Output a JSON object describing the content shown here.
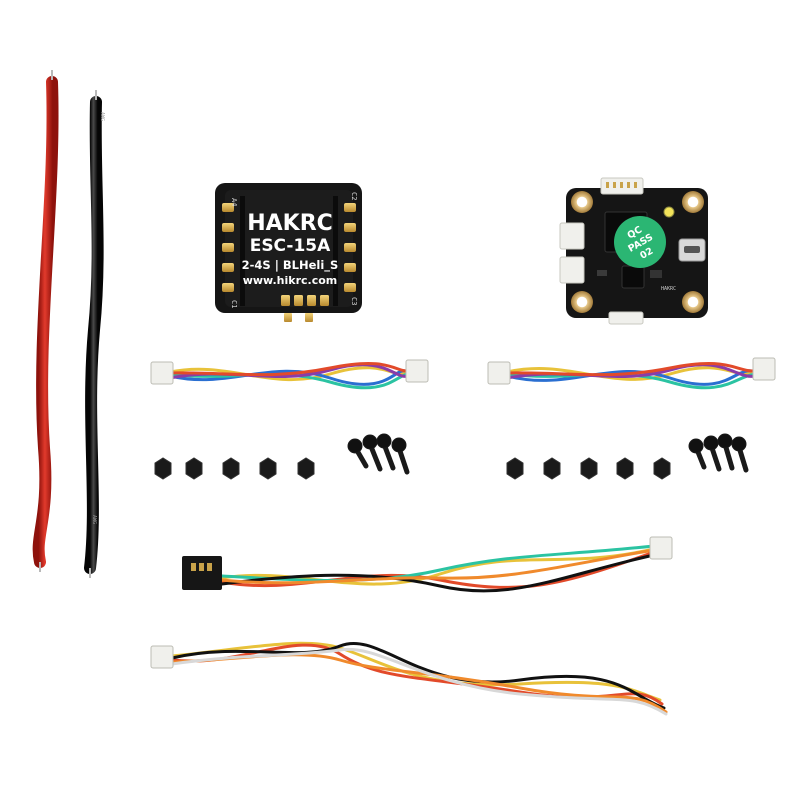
{
  "esc_board": {
    "brand_logo": "HAKRC",
    "model": "ESC-15A",
    "spec": "2-4S | BLHeli_S",
    "website": "www.hikrc.com",
    "pad_labels": [
      "A4",
      "C2",
      "C3",
      "C1"
    ]
  },
  "fc_board": {
    "sticker": [
      "QC",
      "PASS",
      "02"
    ],
    "silk": "HAKRC",
    "sticker_color": "#2bb673"
  },
  "colors": {
    "pcb": "#151515",
    "red_wire": "#d0271d",
    "black_wire": "#1b1b1b",
    "connector": "#f0f0ec"
  }
}
